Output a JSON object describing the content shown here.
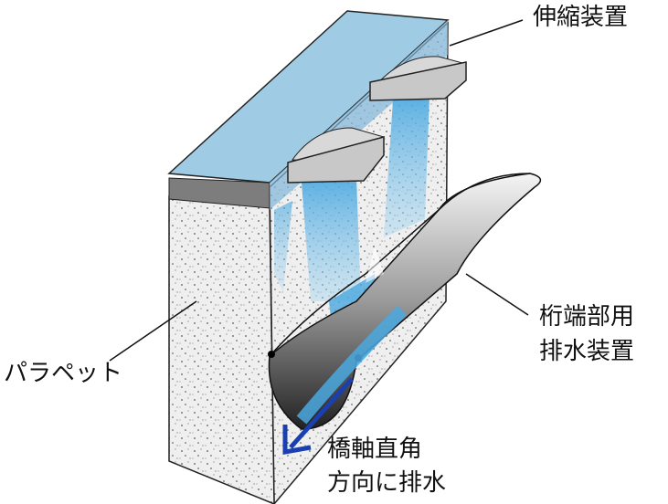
{
  "labels": {
    "expansion_joint": "伸縮装置",
    "drainage_line1": "桁端部用",
    "drainage_line2": "排水装置",
    "parapet": "パラペット",
    "direction_line1": "橋軸直角",
    "direction_line2": "方向に排水"
  },
  "colors": {
    "deck_blue": "#9fcbe4",
    "water_blue": "#4aa8e0",
    "arrow_blue": "#1a3fb0",
    "concrete": "#eeeeee",
    "joint_gray": "#c8c8c8",
    "gutter_dark": "#333333"
  }
}
